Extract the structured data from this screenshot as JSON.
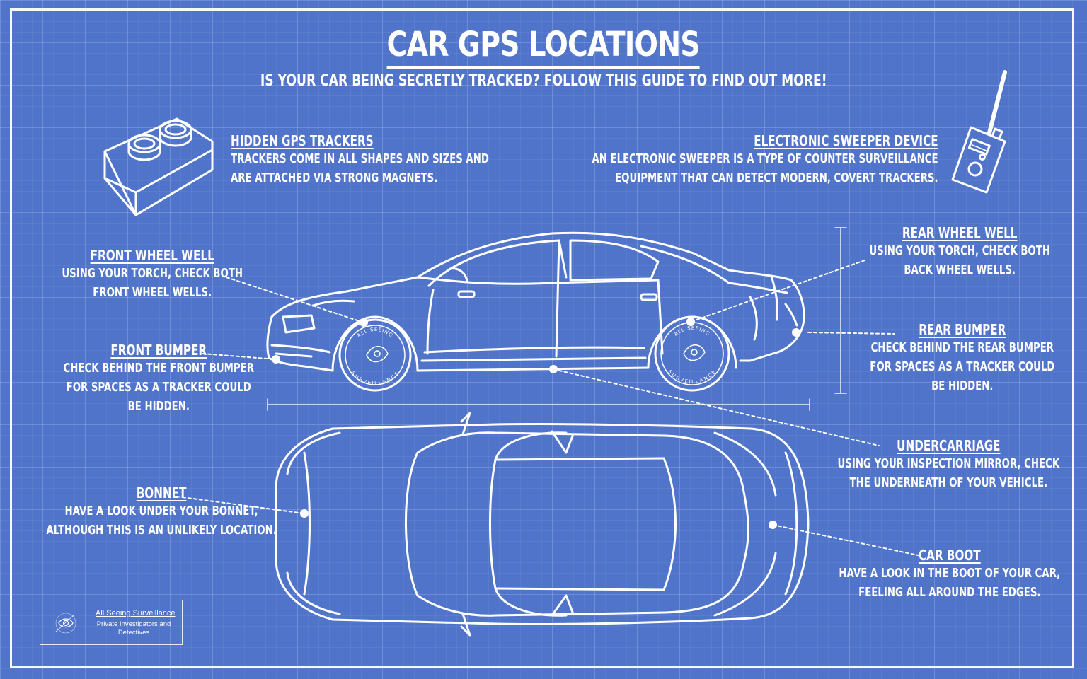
{
  "header": {
    "title": "CAR GPS LOCATIONS",
    "subtitle": "IS YOUR CAR BEING SECRETLY TRACKED? FOLLOW THIS GUIDE TO FIND OUT MORE!"
  },
  "callouts": {
    "hidden_trackers": {
      "heading": "HIDDEN GPS TRACKERS",
      "lines": [
        "TRACKERS COME IN ALL SHAPES AND SIZES AND",
        "ARE ATTACHED VIA STRONG MAGNETS."
      ]
    },
    "sweeper": {
      "heading": "ELECTRONIC SWEEPER DEVICE",
      "lines": [
        "AN ELECTRONIC SWEEPER IS A TYPE OF COUNTER SURVEILLANCE",
        "EQUIPMENT THAT CAN DETECT MODERN, COVERT TRACKERS."
      ]
    },
    "front_wheel_well": {
      "heading": "FRONT WHEEL WELL",
      "lines": [
        "USING YOUR TORCH, CHECK BOTH",
        "FRONT WHEEL WELLS."
      ]
    },
    "rear_wheel_well": {
      "heading": "REAR WHEEL WELL",
      "lines": [
        "USING YOUR TORCH, CHECK BOTH",
        "BACK WHEEL WELLS."
      ]
    },
    "front_bumper": {
      "heading": "FRONT BUMPER",
      "lines": [
        "CHECK BEHIND THE FRONT BUMPER",
        "FOR SPACES AS A TRACKER COULD",
        "BE HIDDEN."
      ]
    },
    "rear_bumper": {
      "heading": "REAR BUMPER",
      "lines": [
        "CHECK BEHIND THE REAR BUMPER",
        "FOR SPACES AS A TRACKER COULD",
        "BE HIDDEN."
      ]
    },
    "undercarriage": {
      "heading": "UNDERCARRIAGE",
      "lines": [
        "USING YOUR INSPECTION MIRROR, CHECK",
        "THE UNDERNEATH OF YOUR VEHICLE."
      ]
    },
    "bonnet": {
      "heading": "BONNET",
      "lines": [
        "HAVE A LOOK UNDER YOUR BONNET,",
        "ALTHOUGH THIS IS AN UNLIKELY LOCATION."
      ]
    },
    "car_boot": {
      "heading": "CAR BOOT",
      "lines": [
        "HAVE A LOOK IN THE BOOT OF YOUR CAR,",
        "FEELING ALL AROUND THE EDGES."
      ]
    }
  },
  "wheel_badge": {
    "top": "ALL SEEING",
    "bottom": "SURVEILLANCE"
  },
  "logo": {
    "name": "All Seeing Surveillance",
    "tagline": "Private Investigators and Detectives"
  },
  "colors": {
    "background": "#4f74c9",
    "line": "#ffffff"
  }
}
